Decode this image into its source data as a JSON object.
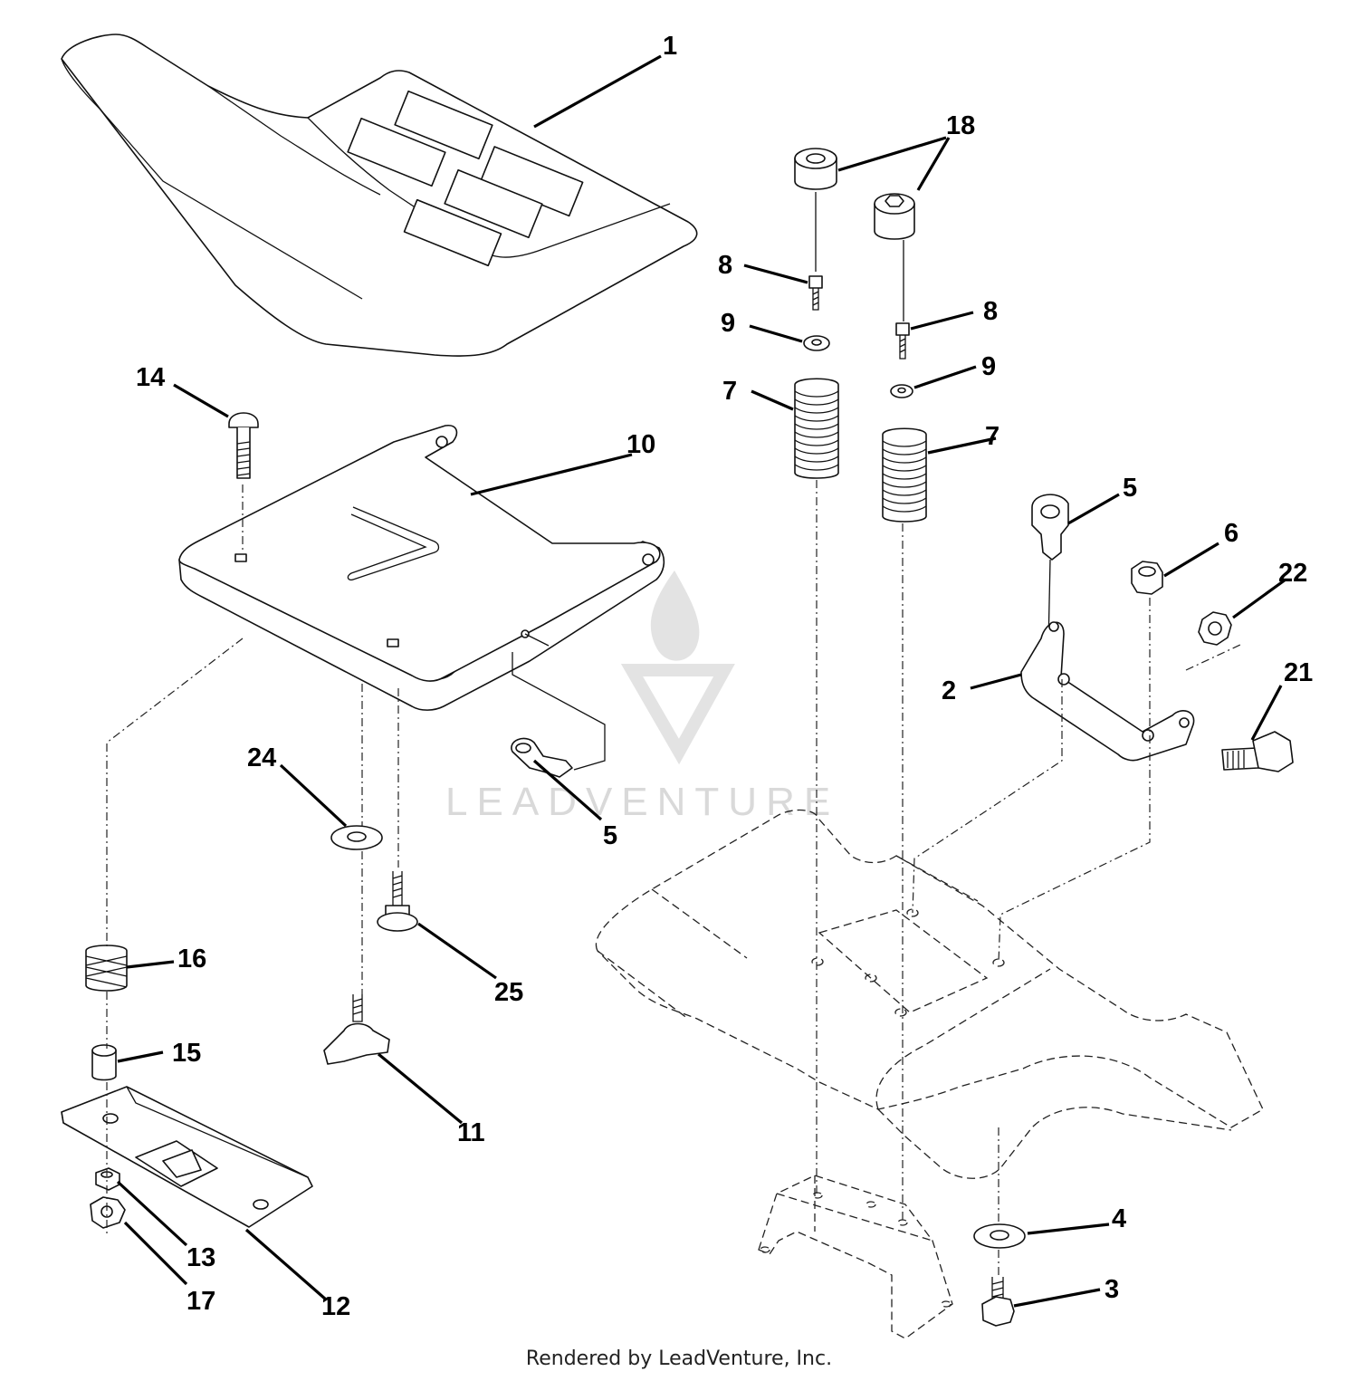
{
  "diagram": {
    "callouts": {
      "c1": "1",
      "c2": "2",
      "c3": "3",
      "c4": "4",
      "c5a": "5",
      "c5b": "5",
      "c6": "6",
      "c7a": "7",
      "c7b": "7",
      "c8a": "8",
      "c8b": "8",
      "c9a": "9",
      "c9b": "9",
      "c10": "10",
      "c11": "11",
      "c12": "12",
      "c13": "13",
      "c14": "14",
      "c15": "15",
      "c16": "16",
      "c17": "17",
      "c18": "18",
      "c21": "21",
      "c22": "22",
      "c24": "24",
      "c25": "25"
    }
  },
  "watermark": {
    "text": "LEADVENTURE"
  },
  "footer": {
    "text": "Rendered by LeadVenture, Inc."
  }
}
